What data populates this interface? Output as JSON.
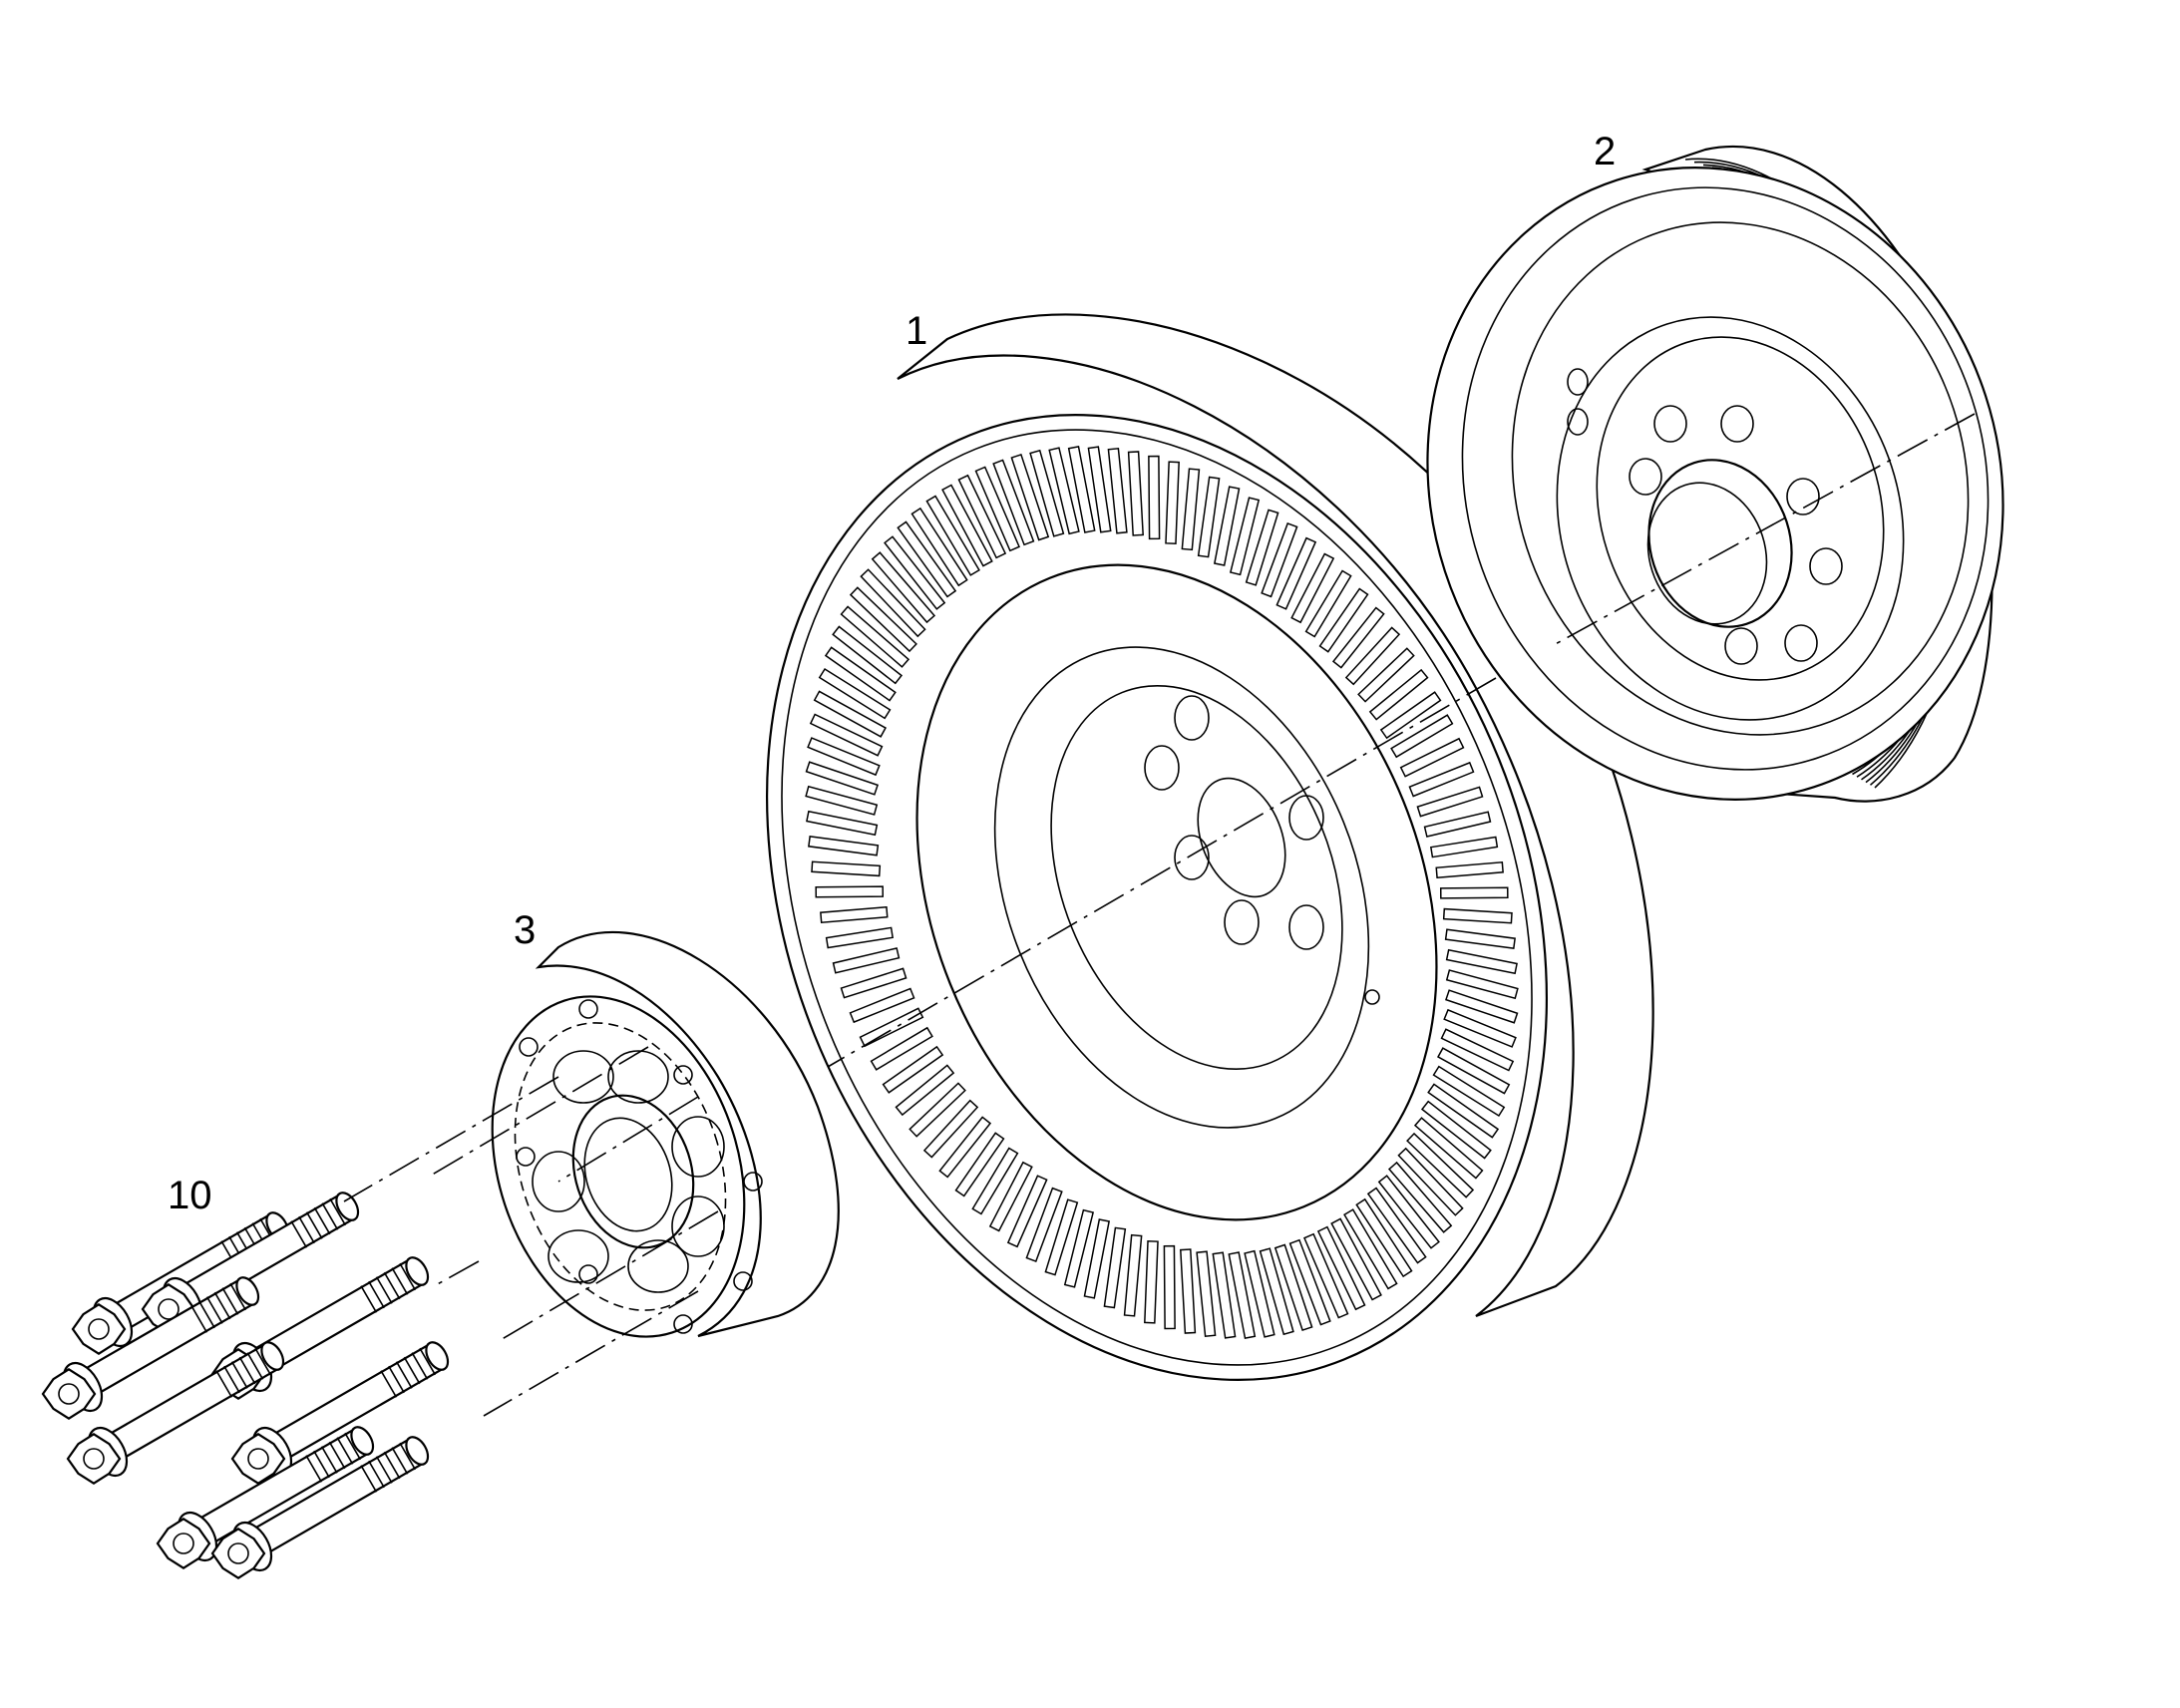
{
  "diagram": {
    "type": "exploded-parts-drawing",
    "callouts": {
      "flywheel": "1",
      "pulley": "2",
      "hub": "3",
      "bolts": "10"
    },
    "bolt_count": 8,
    "ink_color": "#000000",
    "background_color": "#ffffff"
  }
}
